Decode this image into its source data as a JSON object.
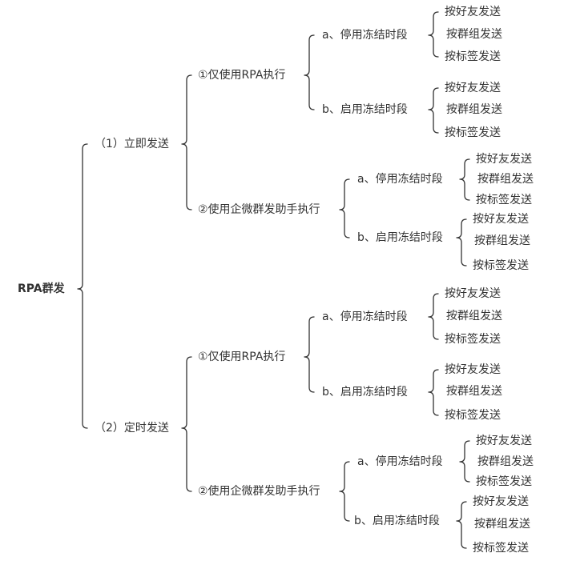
{
  "root": "RPA群发",
  "branches": [
    {
      "label": "（1）立即发送",
      "children": [
        {
          "label": "①仅使用RPA执行",
          "children": [
            {
              "label": "a、停用冻结时段",
              "children": [
                "按好友发送",
                "按群组发送",
                "按标签发送"
              ]
            },
            {
              "label": "b、启用冻结时段",
              "children": [
                "按好友发送",
                "按群组发送",
                "按标签发送"
              ]
            }
          ]
        },
        {
          "label": "②使用企微群发助手执行",
          "children": [
            {
              "label": "a、停用冻结时段",
              "children": [
                "按好友发送",
                "按群组发送",
                "按标签发送"
              ]
            },
            {
              "label": "b、启用冻结时段",
              "children": [
                "按好友发送",
                "按群组发送",
                "按标签发送"
              ]
            }
          ]
        }
      ]
    },
    {
      "label": "（2）定时发送",
      "children": [
        {
          "label": "①仅使用RPA执行",
          "children": [
            {
              "label": "a、停用冻结时段",
              "children": [
                "按好友发送",
                "按群组发送",
                "按标签发送"
              ]
            },
            {
              "label": "b、启用冻结时段",
              "children": [
                "按好友发送",
                "按群组发送",
                "按标签发送"
              ]
            }
          ]
        },
        {
          "label": "②使用企微群发助手执行",
          "children": [
            {
              "label": "a、停用冻结时段",
              "children": [
                "按好友发送",
                "按群组发送",
                "按标签发送"
              ]
            },
            {
              "label": "b、启用冻结时段",
              "children": [
                "按好友发送",
                "按群组发送",
                "按标签发送"
              ]
            }
          ]
        }
      ]
    }
  ]
}
